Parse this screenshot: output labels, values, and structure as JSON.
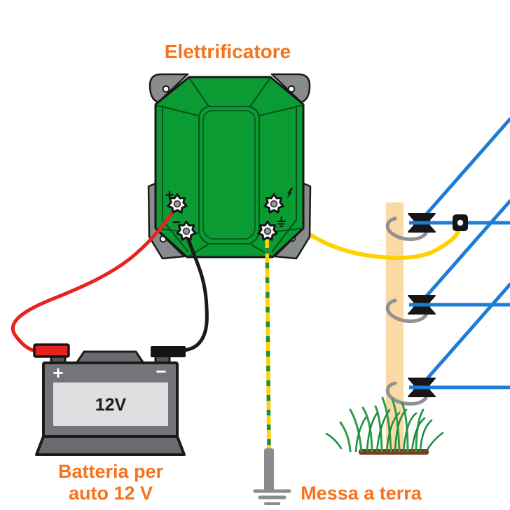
{
  "diagram": {
    "energizer": {
      "label": "Elettrificatore",
      "terminals": {
        "battery_plus": {
          "symbol": "+",
          "icon": "terminal-knob"
        },
        "battery_minus": {
          "symbol": "−",
          "icon": "terminal-knob"
        },
        "fence_output": {
          "icon": "lightning-icon"
        },
        "earth_output": {
          "icon": "earth-icon"
        }
      }
    },
    "battery": {
      "label_line1": "Batteria per",
      "label_line2": "auto 12 V",
      "voltage": "12V",
      "plus": "+",
      "minus": "−"
    },
    "ground": {
      "label": "Messa a terra",
      "icon": "earth-rod-icon"
    },
    "fence": {
      "wire_rows": 3,
      "icon": "fence-post"
    },
    "colors": {
      "accent_orange": "#F5731C",
      "device_green": "#0A9B33",
      "facet_green": "#06511D",
      "wire_blue": "#1C7CD6",
      "wire_yellow": "#FFD103",
      "stripe_green": "#1E8E44",
      "wire_red": "#E8231E",
      "wire_black": "#1A1A1A",
      "post_tan": "#FBD9A4",
      "grass_green": "#2C9E4B",
      "soil_brown": "#7A3C1E",
      "metal_gray": "#8A8B8D",
      "battery_gray": "#747578",
      "battery_label_gray": "#DEDFE0"
    }
  }
}
